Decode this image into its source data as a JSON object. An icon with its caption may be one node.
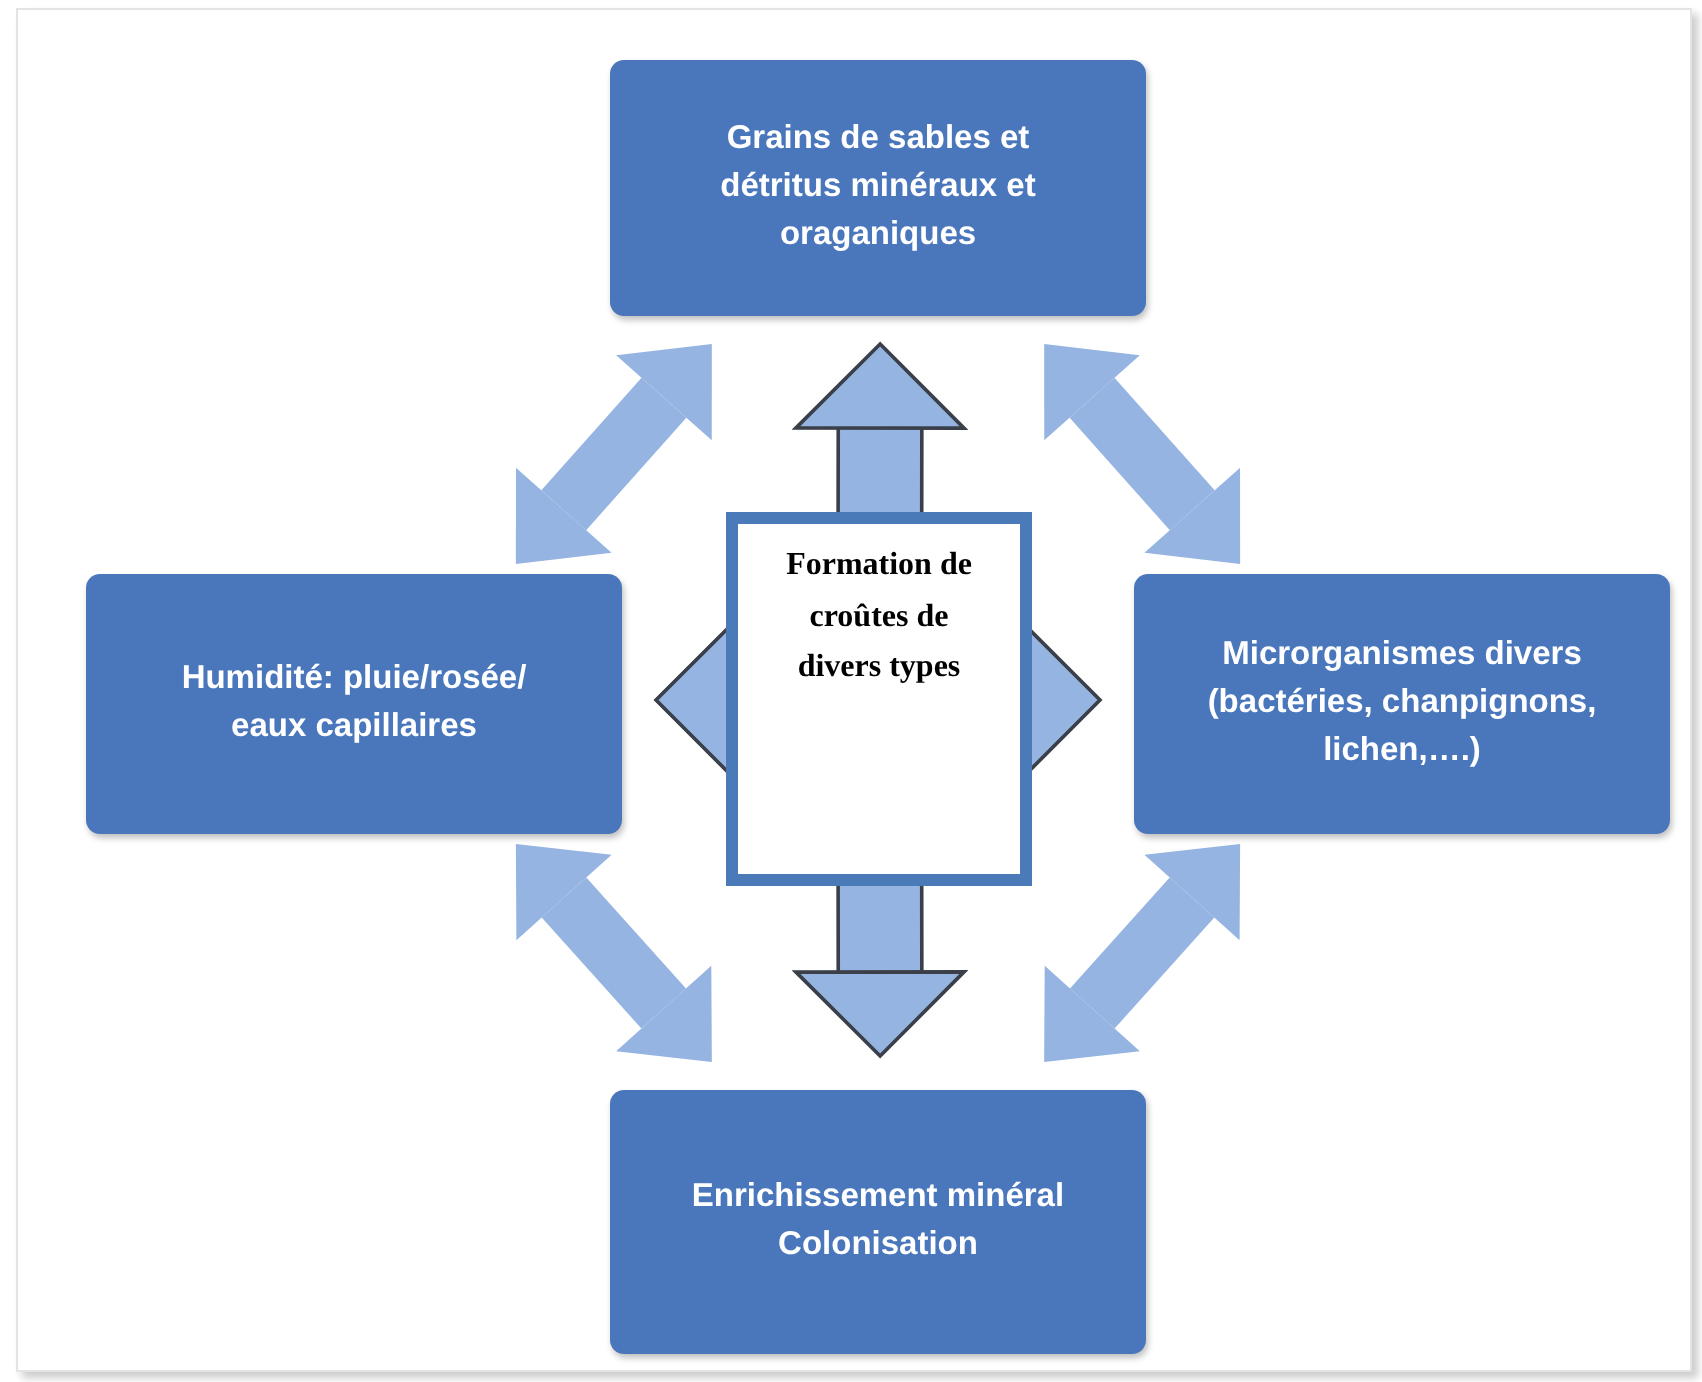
{
  "diagram": {
    "nodes": [
      {
        "text": [
          "Grains de sables et détritus minéraux et oraganiques"
        ]
      },
      {
        "text": [
          "Humidité: pluie/rosée/ eaux capillaires"
        ]
      },
      {
        "text": [
          "Formation de croûtes de divers types"
        ]
      },
      {
        "text": [
          "Microrganismes divers (bactéries, chanpignons, lichen,….)"
        ]
      },
      {
        "text": [
          "Enrichissement minéral Colonisation"
        ]
      }
    ],
    "edges": [
      {
        "from": 1,
        "to": 0,
        "arrow": "both"
      },
      {
        "from": 0,
        "to": 3,
        "arrow": "both"
      },
      {
        "from": 1,
        "to": 4,
        "arrow": "both"
      },
      {
        "from": 4,
        "to": 3,
        "arrow": "both"
      },
      {
        "from": 2,
        "to": 0,
        "arrow": "to"
      },
      {
        "from": 2,
        "to": 4,
        "arrow": "to"
      },
      {
        "from": 2,
        "to": 1,
        "arrow": "to"
      },
      {
        "from": 2,
        "to": 3,
        "arrow": "to"
      }
    ]
  }
}
